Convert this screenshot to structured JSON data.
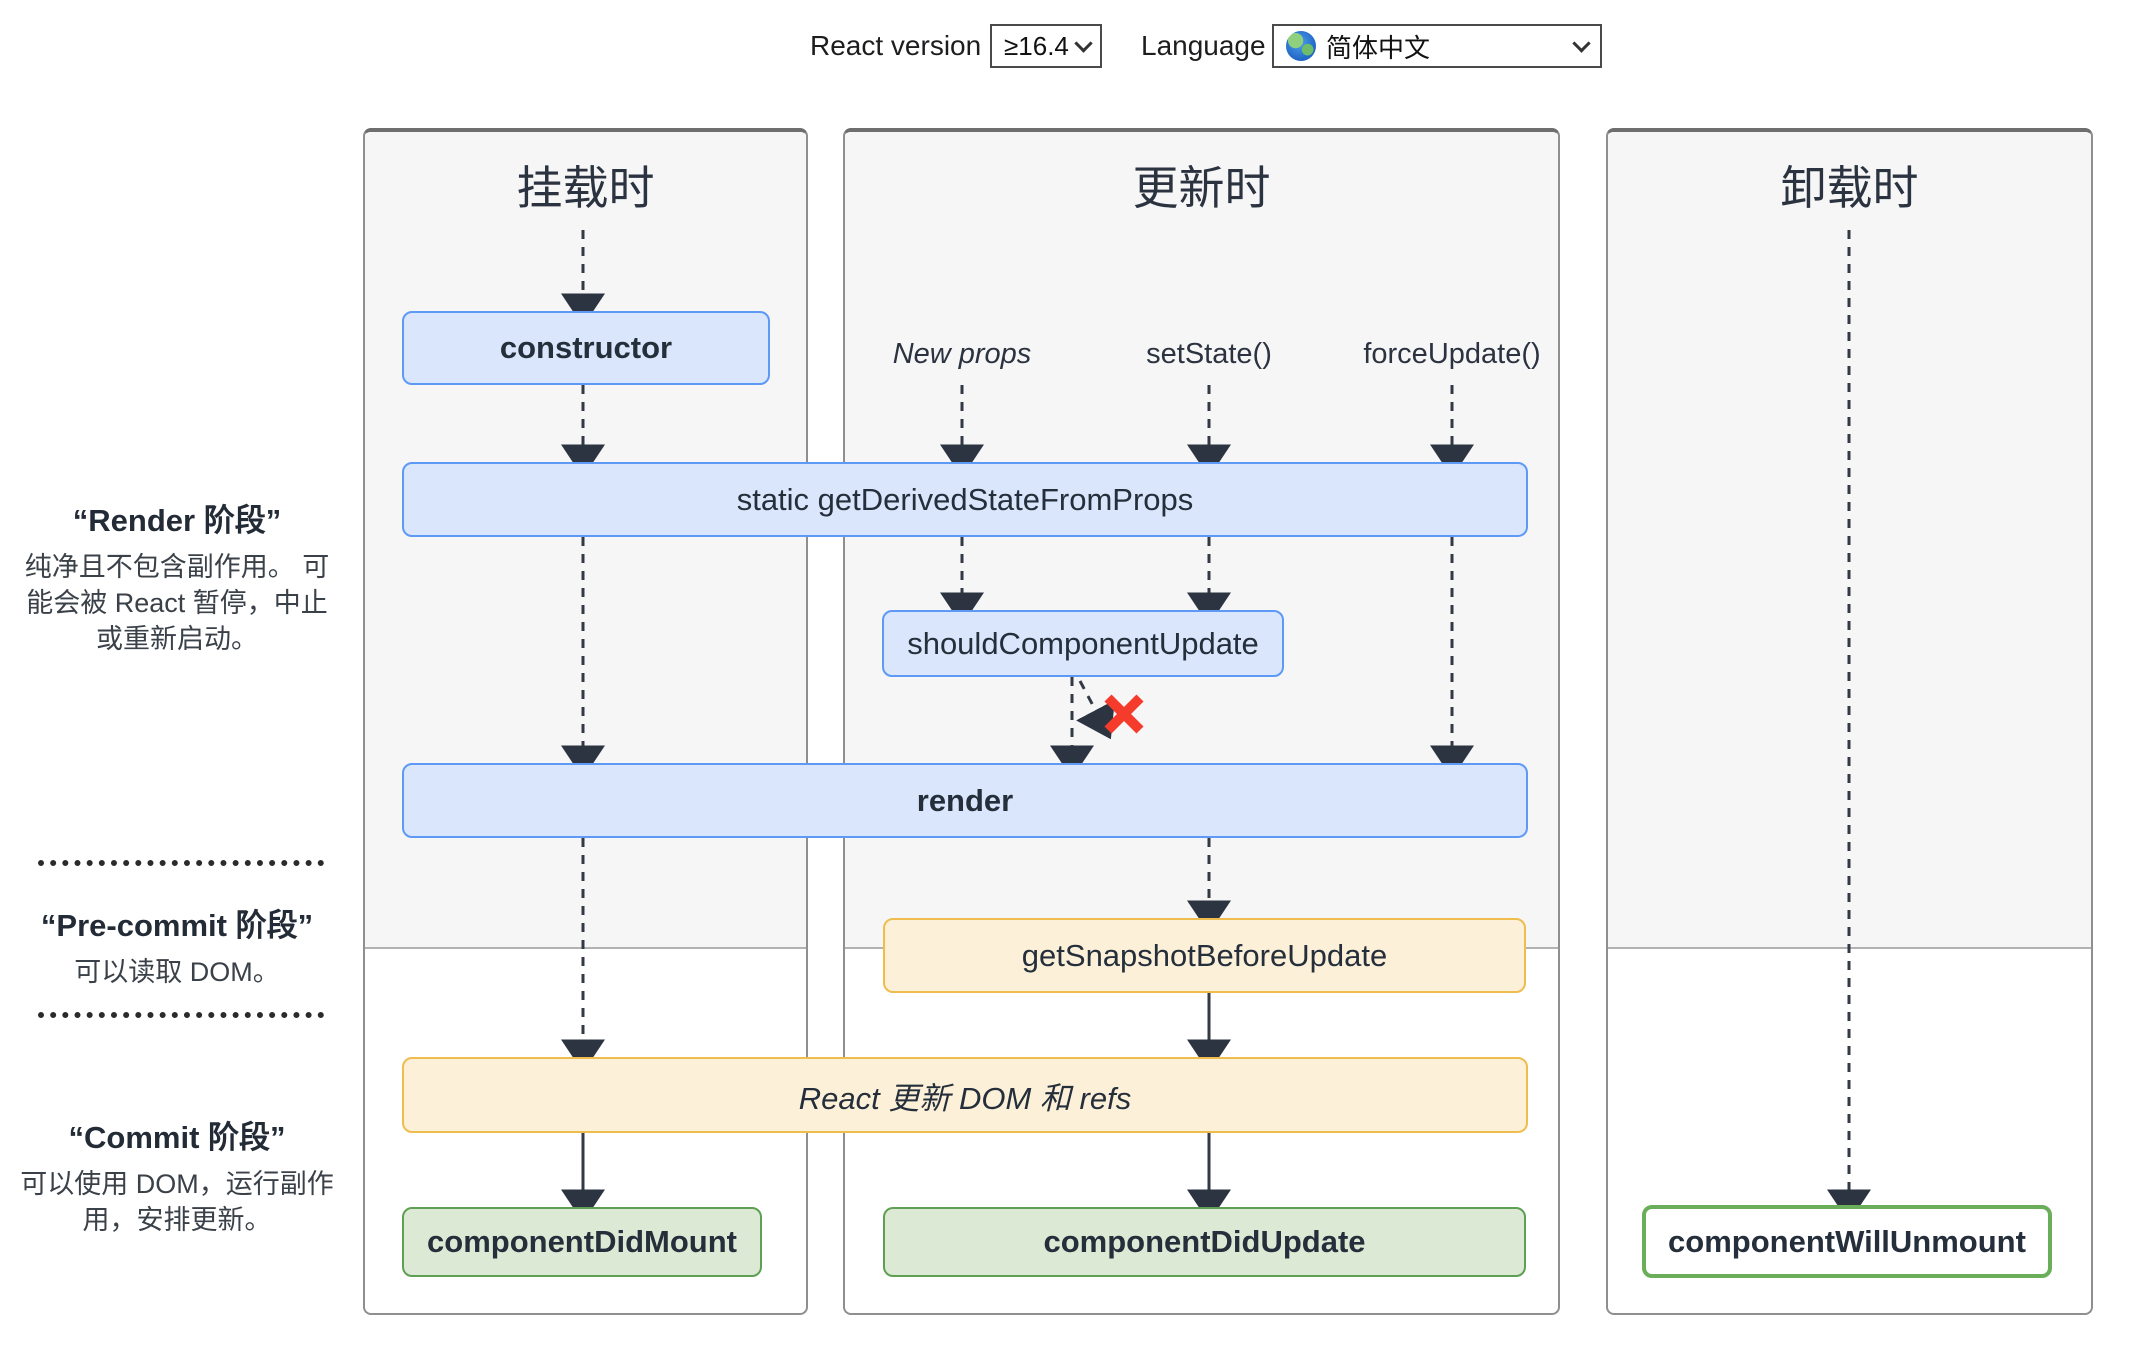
{
  "toolbar": {
    "react_version_label": "React version",
    "react_version_value": "≥16.4",
    "language_label": "Language",
    "language_value": "简体中文",
    "language_icon": "globe"
  },
  "columns": [
    {
      "id": "mounting",
      "title": "挂载时"
    },
    {
      "id": "updating",
      "title": "更新时"
    },
    {
      "id": "unmounting",
      "title": "卸载时"
    }
  ],
  "phases": [
    {
      "title": "“Render 阶段”",
      "description": "纯净且不包含副作用。 可能会被 React 暂停，中止或重新启动。"
    },
    {
      "title": "“Pre-commit 阶段”",
      "description": "可以读取 DOM。"
    },
    {
      "title": "“Commit 阶段”",
      "description": "可以使用 DOM，运行副作用，安排更新。"
    }
  ],
  "triggers": [
    {
      "label": "New props"
    },
    {
      "label": "setState()"
    },
    {
      "label": "forceUpdate()"
    }
  ],
  "nodes": {
    "constructor": "constructor",
    "get_derived": "static getDerivedStateFromProps",
    "should_update": "shouldComponentUpdate",
    "render": "render",
    "get_snapshot": "getSnapshotBeforeUpdate",
    "react_updates": "React 更新 DOM 和 refs",
    "did_mount": "componentDidMount",
    "did_update": "componentDidUpdate",
    "will_unmount": "componentWillUnmount"
  },
  "icons": {
    "cancel_icon": "red-x",
    "select_chevron": "chevron-down",
    "language_flag": "globe"
  },
  "colors": {
    "blue_fill": "#d9e6fb",
    "blue_border": "#5f99f6",
    "yellow_fill": "#fcf0d8",
    "yellow_border": "#eebd4e",
    "green_fill": "#dcead5",
    "green_border": "#5f9f53",
    "unmount_border": "#6bae5a",
    "red_x": "#f43b2c"
  }
}
